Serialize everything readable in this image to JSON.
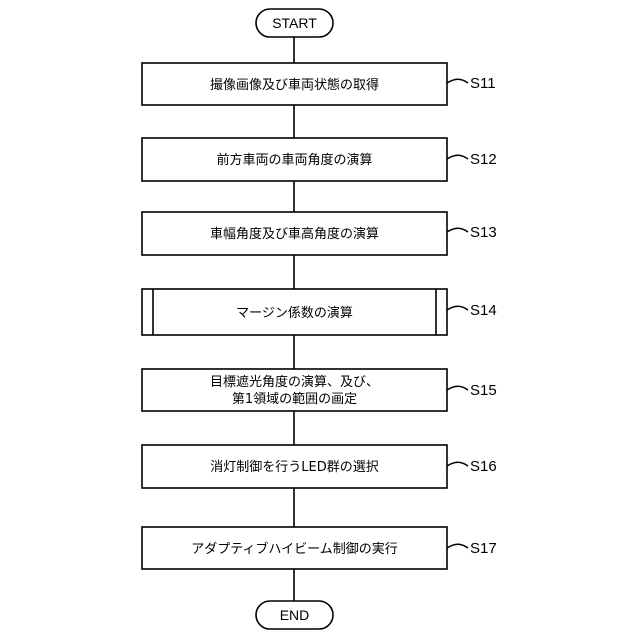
{
  "flowchart": {
    "start": "START",
    "end": "END",
    "steps": [
      {
        "id": "S11",
        "text": "撮像画像及び車両状態の取得"
      },
      {
        "id": "S12",
        "text": "前方車両の車両角度の演算"
      },
      {
        "id": "S13",
        "text": "車幅角度及び車高角度の演算"
      },
      {
        "id": "S14",
        "text": "マージン係数の演算",
        "subroutine": true
      },
      {
        "id": "S15",
        "line1": "目標遮光角度の演算、及び、",
        "line2": "第1領域の範囲の画定"
      },
      {
        "id": "S16",
        "text": "消灯制御を行うLED群の選択"
      },
      {
        "id": "S17",
        "text": "アダプティブハイビーム制御の実行"
      }
    ]
  }
}
